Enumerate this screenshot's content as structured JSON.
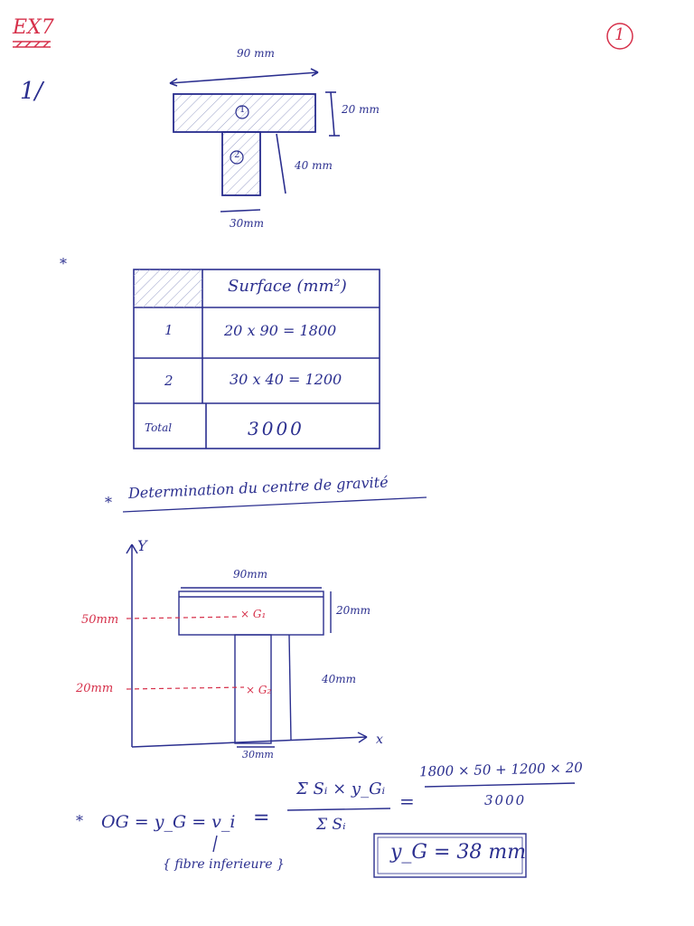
{
  "header": {
    "exercise": "EX7",
    "page_number": "1",
    "part": "1/"
  },
  "figure1": {
    "width_label": "90 mm",
    "height_top_label": "20 mm",
    "height_web_label": "40 mm",
    "web_width_label": "30mm",
    "part1": "1",
    "part2": "2"
  },
  "bullet": "*",
  "table": {
    "header": "Surface (mm²)",
    "rows": [
      {
        "id": "1",
        "value": "20 x 90  =  1800"
      },
      {
        "id": "2",
        "value": "30 x 40  =  1200"
      }
    ],
    "total_label": "Total",
    "total_value": "3000"
  },
  "section2": {
    "bullet": "*",
    "title": "Determination du centre de gravité"
  },
  "figure2": {
    "y_axis": "Y",
    "x_axis": "x",
    "width_label": "90mm",
    "top_height_label": "20mm",
    "web_height_label": "40mm",
    "web_width_label": "30mm",
    "g1_label": "× G₁",
    "g2_label": "× G₂",
    "y1_label": "50mm",
    "y2_label": "20mm"
  },
  "formula": {
    "bullet": "*",
    "lhs": "OG = y_G = v_i",
    "equals": "=",
    "numerator": "Σ Sᵢ × y_Gᵢ",
    "denominator": "Σ Sᵢ",
    "num2": "1800 × 50 + 1200 × 20",
    "den2": "3000",
    "note": "{ fibre inferieure }",
    "result": "y_G = 38 mm"
  },
  "colors": {
    "ink": "#2b2f8f",
    "red": "#d6304a"
  }
}
